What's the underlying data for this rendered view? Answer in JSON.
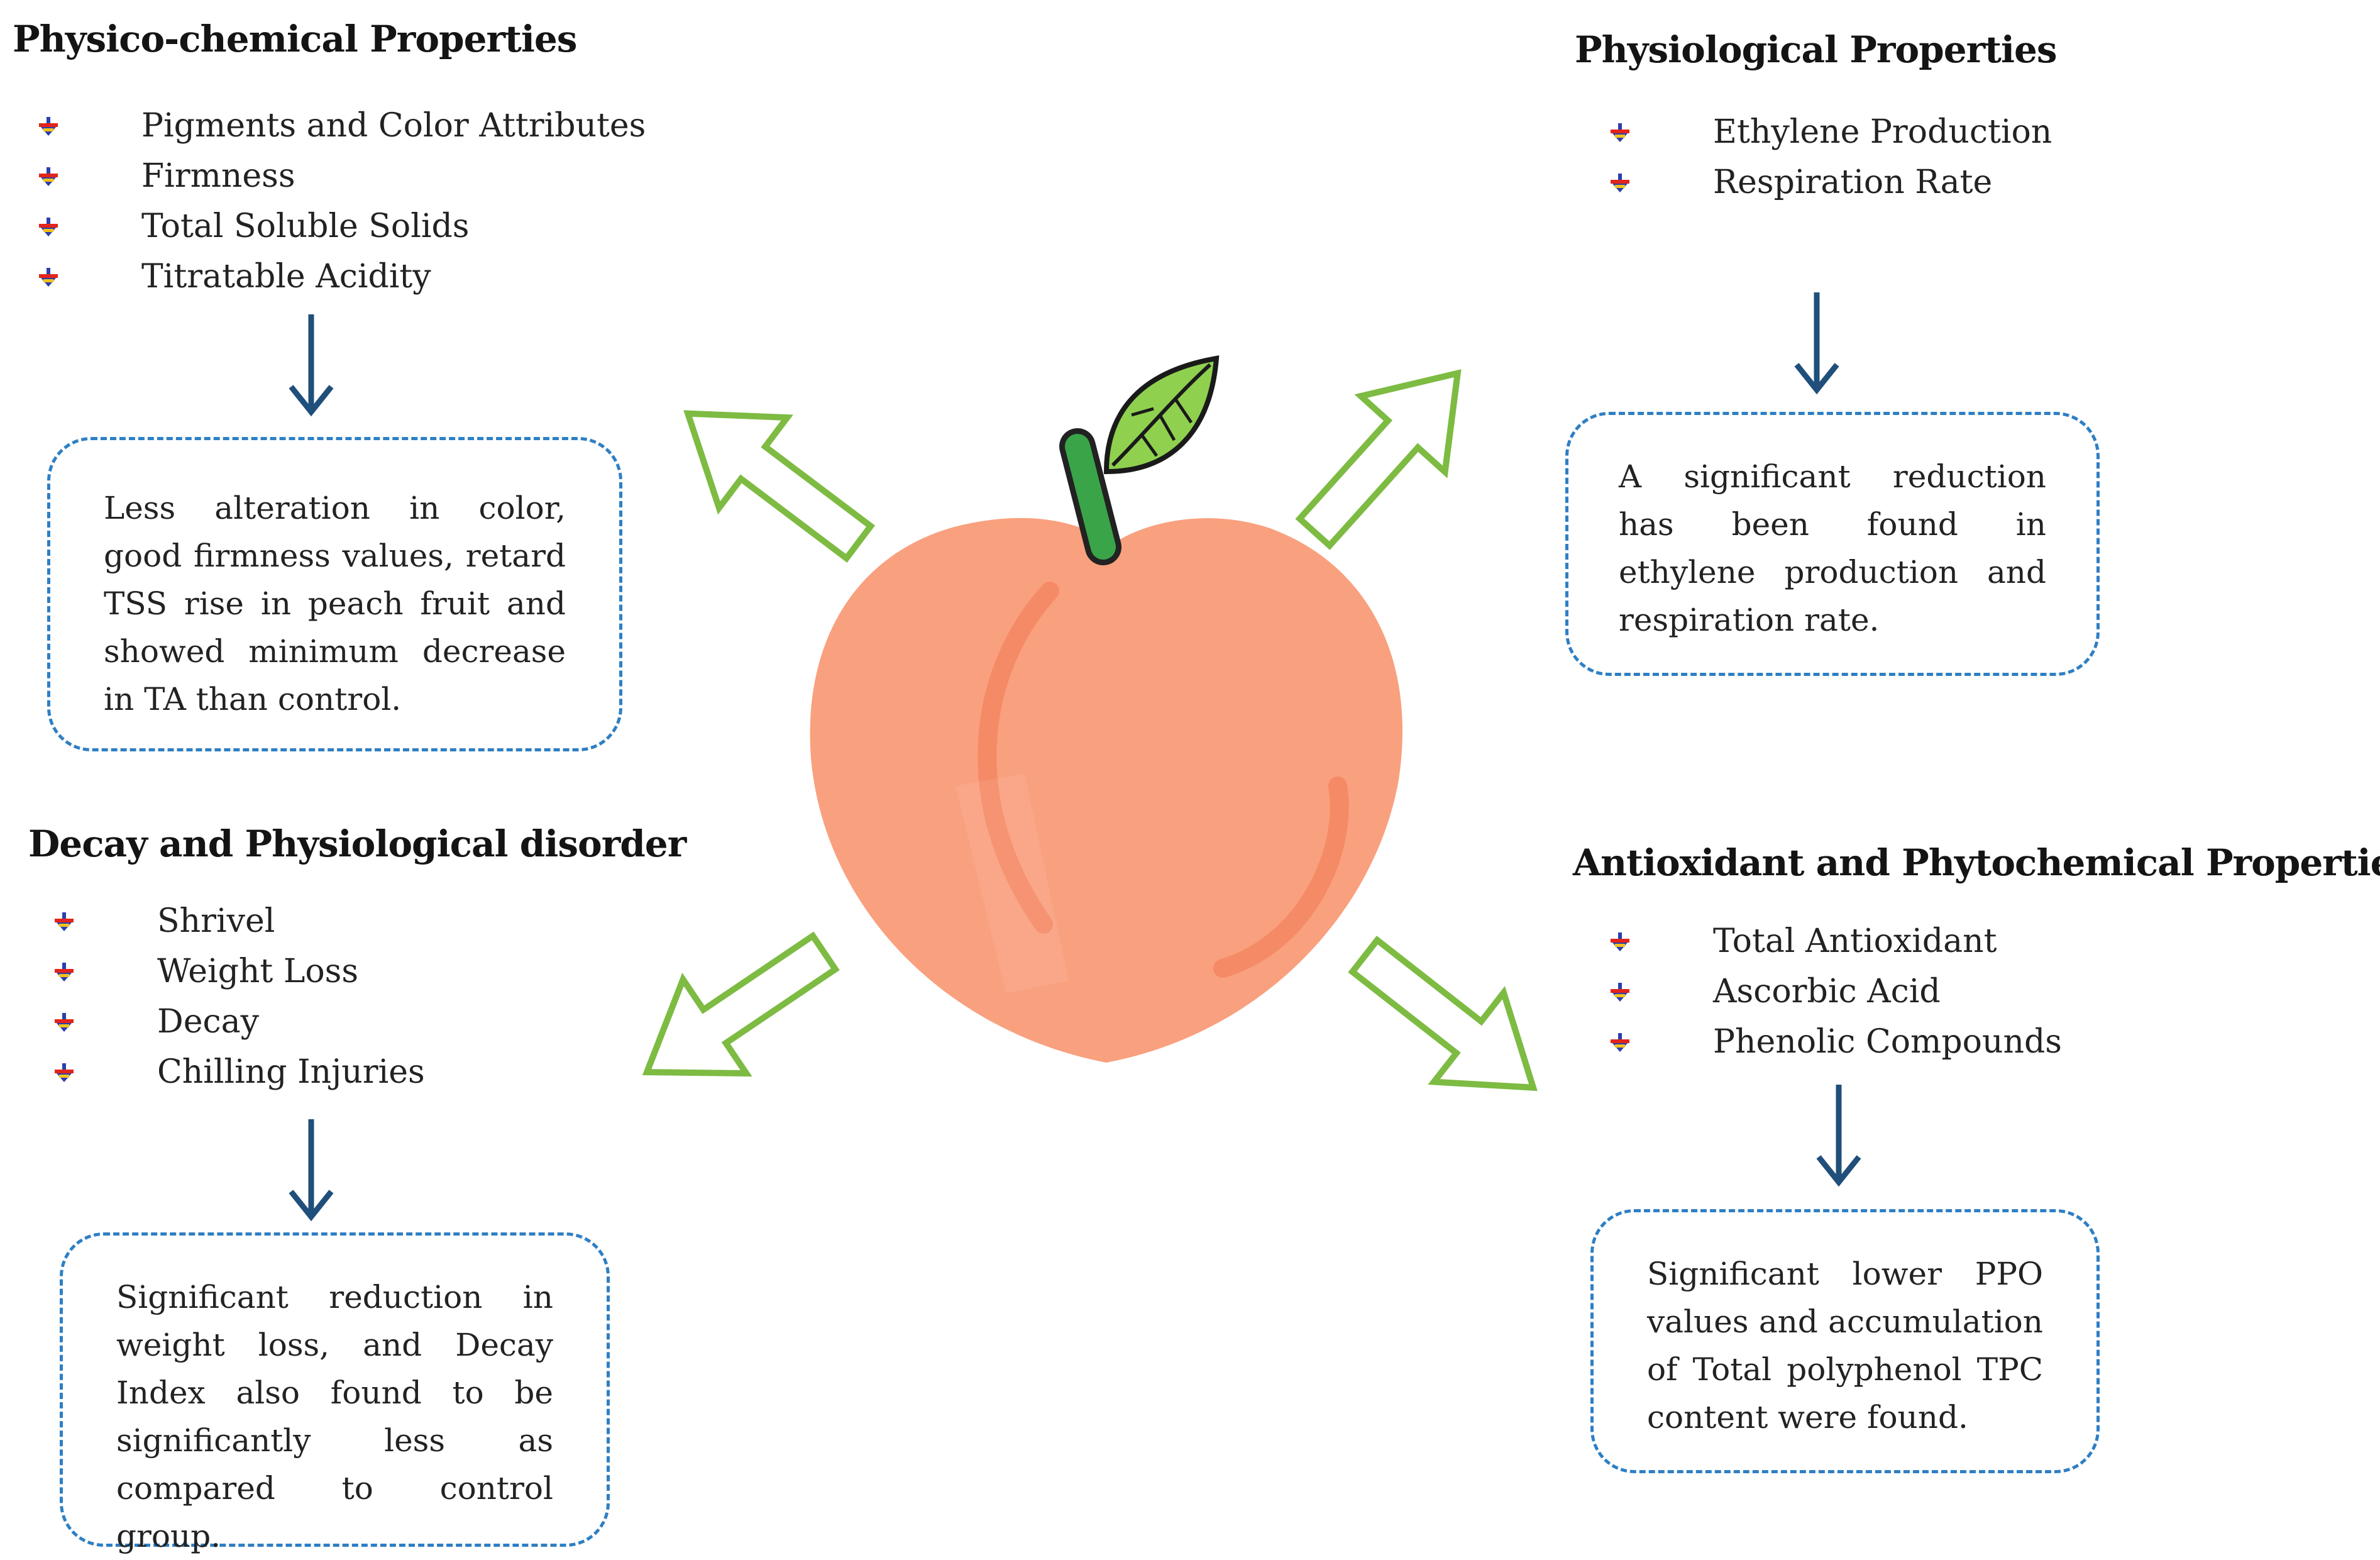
{
  "sections": {
    "physico": {
      "title": "Physico-chemical Properties",
      "items": [
        "Pigments and Color Attributes",
        "Firmness",
        "Total Soluble Solids",
        "Titratable Acidity"
      ],
      "summary": "Less alteration in color, good firmness values, retard TSS rise in peach fruit and showed minimum decrease in TA than control."
    },
    "physiological": {
      "title": "Physiological Properties",
      "items": [
        "Ethylene Production",
        "Respiration Rate"
      ],
      "summary": "A significant reduction has been found in ethylene production and respiration rate."
    },
    "decay": {
      "title": "Decay and Physiological disorder",
      "items": [
        "Shrivel",
        "Weight Loss",
        "Decay",
        "Chilling Injuries"
      ],
      "summary": "Significant reduction in weight loss, and Decay Index also found to be significantly less as compared to control group."
    },
    "antioxidant": {
      "title": "Antioxidant and Phytochemical Properties",
      "items": [
        "Total Antioxidant",
        "Ascorbic Acid",
        "Phenolic Compounds"
      ],
      "summary": "Significant lower PPO values and accumulation of Total polyphenol TPC content were found."
    }
  },
  "icons": {
    "center": "peach-icon",
    "leaf": "leaf-icon",
    "bullet": "bullet-arrow-icon",
    "flow": "down-arrow-icon",
    "outward": "outline-arrow-icon"
  },
  "colors": {
    "peach": "#f9a07e",
    "peach_shade": "#f58a66",
    "leaf": "#8fd14f",
    "stem": "#3aa449",
    "outline_arrow": "#7dbb42",
    "flow_arrow": "#1f4f7a",
    "box_border": "#2e7fc4",
    "bullet_red": "#e2241b",
    "bullet_blue": "#2a3fae",
    "bullet_yellow": "#f3c21a"
  }
}
